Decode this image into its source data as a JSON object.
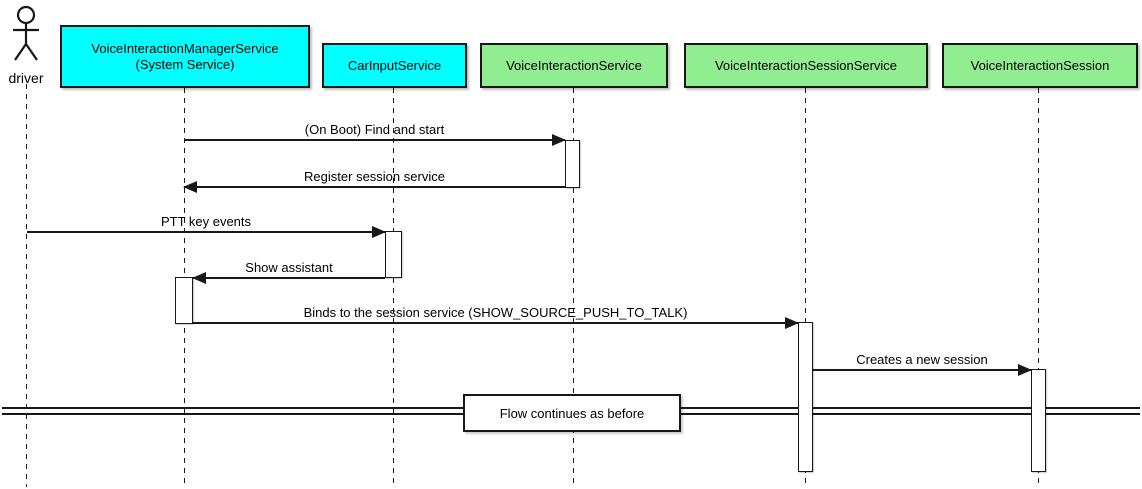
{
  "diagram": {
    "type": "sequence-diagram",
    "actor": {
      "name": "driver"
    },
    "participants": [
      {
        "label": "VoiceInteractionManagerService\n(System Service)",
        "fill": "#00FFFF"
      },
      {
        "label": "CarInputService",
        "fill": "#00FFFF"
      },
      {
        "label": "VoiceInteractionService",
        "fill": "#90EE90"
      },
      {
        "label": "VoiceInteractionSessionService",
        "fill": "#90EE90"
      },
      {
        "label": "VoiceInteractionSession",
        "fill": "#90EE90"
      }
    ],
    "messages": [
      {
        "text": "(On Boot) Find and start",
        "from": "VoiceInteractionManagerService (System Service)",
        "to": "VoiceInteractionService",
        "direction": "right"
      },
      {
        "text": "Register session service",
        "from": "VoiceInteractionService",
        "to": "VoiceInteractionManagerService (System Service)",
        "direction": "left"
      },
      {
        "text": "PTT key events",
        "from": "driver",
        "to": "CarInputService",
        "direction": "right"
      },
      {
        "text": "Show assistant",
        "from": "CarInputService",
        "to": "VoiceInteractionManagerService (System Service)",
        "direction": "left"
      },
      {
        "text": "Binds to the session service (SHOW_SOURCE_PUSH_TO_TALK)",
        "from": "VoiceInteractionManagerService (System Service)",
        "to": "VoiceInteractionSessionService",
        "direction": "right"
      },
      {
        "text": "Creates a new session",
        "from": "VoiceInteractionSessionService",
        "to": "VoiceInteractionSession",
        "direction": "right"
      }
    ],
    "divider": {
      "text": "Flow continues as before"
    },
    "colors": {
      "participant_cyan": "#00FFFF",
      "participant_green": "#90EE90",
      "line": "#181818",
      "background": "#FFFFFF"
    }
  }
}
